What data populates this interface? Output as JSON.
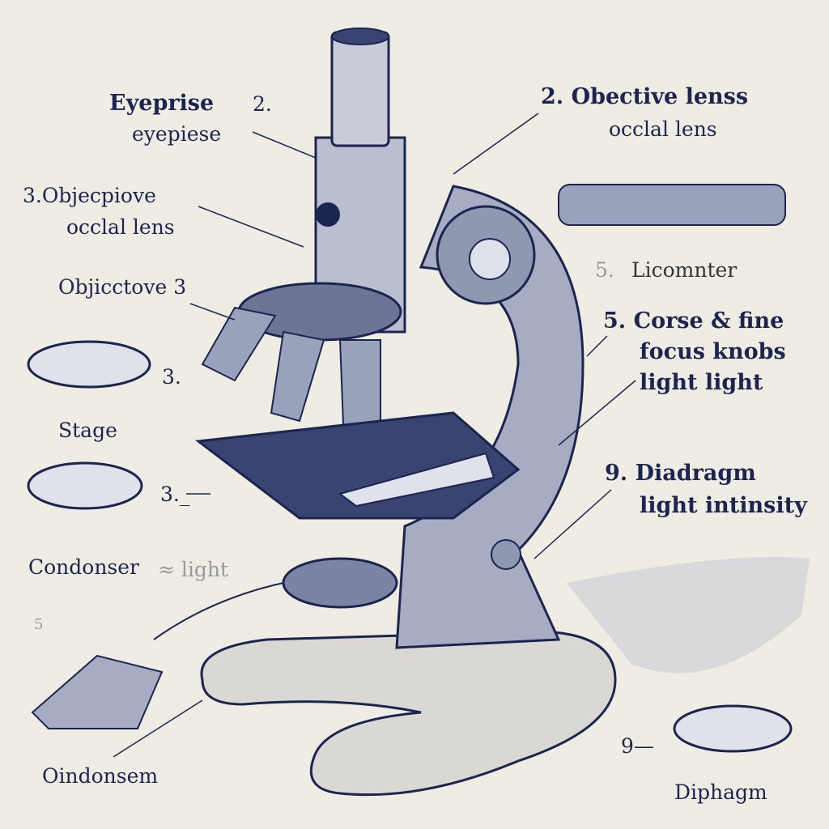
{
  "colors": {
    "background": "#efece3",
    "ink": "#1c2550",
    "metal": "#8f98b0",
    "shadow": "#c9cbd6"
  },
  "labels": {
    "eyepiece_title": "Eyeprise",
    "eyepiece_num": "2.",
    "eyepiece_sub": "eyepiese",
    "objective_left_title": "3.Objecpiove",
    "objective_left_sub": "occlal lens",
    "objective_small": "Objicctove 3",
    "lens_num_1": "3.",
    "stage": "Stage",
    "lens_num_2": "3._",
    "condenser_title": "Condonser",
    "condenser_faint": "≈ light",
    "lamp_num": "5",
    "condenser_bottom": "Oindonsem",
    "objective_right_title": "2. Obective lenss",
    "objective_right_sub": "occlal lens",
    "licomnter_num": "5.",
    "licomnter": "Licomnter",
    "focus_line1": "5. Corse & fine",
    "focus_line2": "focus knobs",
    "focus_line3": "light light",
    "diaphragm_line1": "9. Diadragm",
    "diaphragm_line2": "light intinsity",
    "diaphragm_num": "9—",
    "diaphragm_bottom": "Diphagm"
  }
}
